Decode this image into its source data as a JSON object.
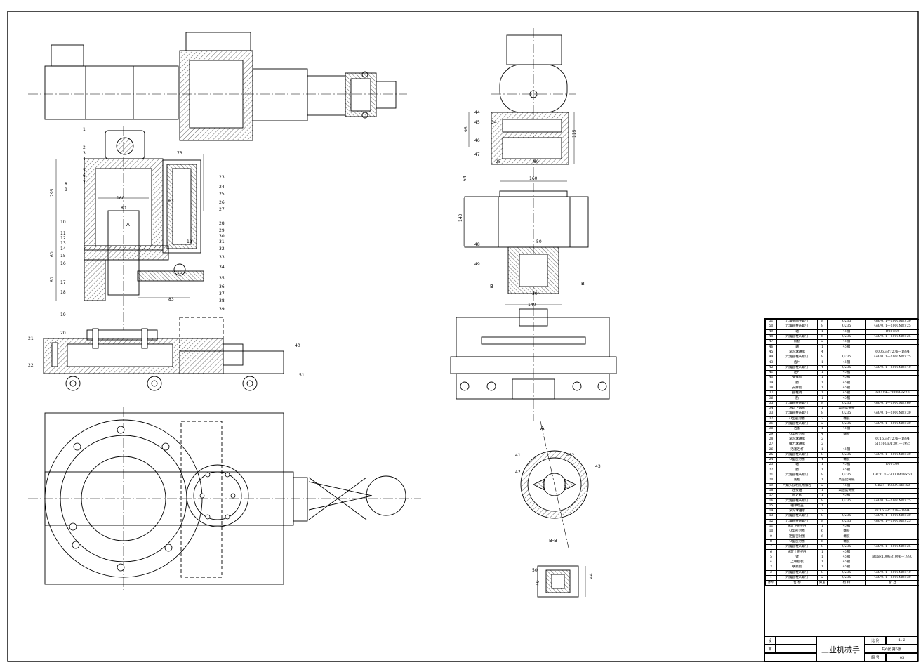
{
  "drawing": {
    "title": "工业机械手",
    "scale_label": "比 例",
    "scale_value": "1: 2",
    "sheet_info": "共6张  第5张",
    "drawing_no_label": "图 号",
    "drawing_no": "05",
    "designer_label": "设",
    "checker_label": "审",
    "view_bb": "B-B",
    "view_a": "A",
    "view_b": "B",
    "part_callouts_main": [
      "1",
      "2",
      "3",
      "4",
      "5",
      "6",
      "7",
      "8",
      "9",
      "10",
      "11",
      "12",
      "13",
      "14",
      "15",
      "16",
      "17",
      "18",
      "19",
      "20",
      "21",
      "22",
      "23",
      "24",
      "25",
      "26",
      "27",
      "28",
      "29",
      "30",
      "31",
      "32",
      "33",
      "34",
      "35",
      "36",
      "37",
      "38",
      "39",
      "40",
      "51"
    ],
    "part_callouts_side": [
      "44",
      "45",
      "46",
      "47",
      "48",
      "49"
    ],
    "part_callouts_section": [
      "41",
      "42",
      "43",
      "50"
    ],
    "dimensions": [
      "295",
      "60",
      "60",
      "160",
      "80",
      "73",
      "63",
      "83",
      "16",
      "19",
      "96",
      "115",
      "25",
      "80",
      "34",
      "64",
      "160",
      "140",
      "140",
      "50",
      "30",
      "Ø92",
      "44",
      "40"
    ]
  },
  "bom": {
    "header": [
      "序号",
      "名    称",
      "数量",
      "材    料",
      "备    注"
    ],
    "rows": [
      [
        "51",
        "六角头圆柱螺钉",
        "8",
        "Q235",
        "GB70. 1—2000M8×30"
      ],
      [
        "50",
        "六角圆柱头螺钉",
        "8",
        "Q235",
        "GB70. 1—2000M8×25"
      ],
      [
        "49",
        "轴",
        "1",
        "45钢",
        "Ø20×60"
      ],
      [
        "48",
        "六角圆柱头螺钉",
        "6",
        "Q235",
        "GB70. 1—2000M8×25"
      ],
      [
        "47",
        "隔套",
        "2",
        "45钢",
        ""
      ],
      [
        "46",
        "轴",
        "1",
        "45钢",
        ""
      ],
      [
        "45",
        "深沟球轴承",
        "4",
        "",
        "6006GB/T276—1994"
      ],
      [
        "44",
        "六角圆柱头螺钉",
        "8",
        "Q235",
        "GB70. 1—2000M8×25"
      ],
      [
        "43",
        "齿片",
        "1",
        "45钢",
        ""
      ],
      [
        "42",
        "六角圆柱头螺钉",
        "4",
        "Q235",
        "GB70. 1—2000M8×40"
      ],
      [
        "41",
        "连片",
        "1",
        "45钢",
        ""
      ],
      [
        "40",
        "支撑板",
        "1",
        "45钢",
        ""
      ],
      [
        "39",
        "肋",
        "1",
        "45钢",
        ""
      ],
      [
        "38",
        "支撑板",
        "1",
        "45钢",
        ""
      ],
      [
        "37",
        "圆柱销",
        "1",
        "45钢",
        "GB119—2000A8×20"
      ],
      [
        "36",
        "肋",
        "1",
        "45钢",
        ""
      ],
      [
        "35",
        "六角圆柱头螺钉",
        "8",
        "Q235",
        "GB70. 1—2000M8×60"
      ],
      [
        "34",
        "油缸下端盖",
        "1",
        "高强度铸铁",
        ""
      ],
      [
        "33",
        "六角圆柱头螺钉",
        "8",
        "Q235",
        "GB70. 1—2000M8×30"
      ],
      [
        "32",
        "O型密封圈",
        "2",
        "橡胶",
        ""
      ],
      [
        "31",
        "六角圆柱头螺钉",
        "2",
        "Q235",
        "GB70. 1—2000M8×30"
      ],
      [
        "30",
        "活塞",
        "1",
        "45钢",
        ""
      ],
      [
        "29",
        "O型密封圈",
        "4",
        "橡胶",
        ""
      ],
      [
        "28",
        "深沟球轴承",
        "2",
        "",
        "6016GB/T276—1994"
      ],
      [
        "27",
        "推力球轴承",
        "2",
        "",
        "51216GB/T301—1995"
      ],
      [
        "26",
        "活塞连杆",
        "1",
        "45钢",
        ""
      ],
      [
        "25",
        "六角圆柱头螺钉",
        "8",
        "Q235",
        "GB70. 1—2000M8×30"
      ],
      [
        "24",
        "O型密封圈",
        "4",
        "橡胶",
        ""
      ],
      [
        "23",
        "轴",
        "1",
        "45钢",
        "Ø10×60"
      ],
      [
        "22",
        "肋",
        "1",
        "45钢",
        ""
      ],
      [
        "21",
        "六角圆柱头螺钉",
        "8",
        "Q235",
        "GB70. 1—2000M16×50"
      ],
      [
        "20",
        "底板",
        "1",
        "高强度铸铁",
        ""
      ],
      [
        "19",
        "六角头铰制孔用螺栓",
        "2",
        "45钢",
        "GB27—1988M16×50"
      ],
      [
        "18",
        "连接轴",
        "1",
        "高强度铸铁",
        ""
      ],
      [
        "17",
        "固定套",
        "1",
        "45钢",
        ""
      ],
      [
        "16",
        "六角圆柱头螺钉",
        "8",
        "Q235",
        "GB70. 1—2000M8×25"
      ],
      [
        "15",
        "轴承端盖",
        "1",
        "",
        ""
      ],
      [
        "14",
        "深沟球轴承",
        "2",
        "",
        "6016GB/T276—1994"
      ],
      [
        "13",
        "六角圆柱头螺钉",
        "8",
        "Q235",
        "GB70. 1—2000M8×30"
      ],
      [
        "12",
        "六角圆柱头螺钉",
        "8",
        "Q235",
        "GB70. 1—2000M8×25"
      ],
      [
        "11",
        "油缸下底挡件",
        "1",
        "45钢",
        ""
      ],
      [
        "10",
        "O型密封圈",
        "6",
        "橡胶",
        ""
      ],
      [
        "9",
        "矩型密封圈",
        "6",
        "橡胶",
        ""
      ],
      [
        "8",
        "O型密封圈",
        "6",
        "橡胶",
        ""
      ],
      [
        "7",
        "六角圆柱头螺钉",
        "8",
        "Q235",
        "GB70. 1—2000M8×25"
      ],
      [
        "6",
        "油缸上底挡件",
        "1",
        "45钢",
        ""
      ],
      [
        "5",
        "键",
        "1",
        "45钢",
        "B16×100GB1096—1990"
      ],
      [
        "4",
        "上联接板",
        "1",
        "45钢",
        ""
      ],
      [
        "3",
        "联接板",
        "1",
        "45钢",
        ""
      ],
      [
        "2",
        "六角圆柱头螺钉",
        "8",
        "Q235",
        "GB70. 1—2000M8×40"
      ],
      [
        "1",
        "六角圆柱头螺钉",
        "2",
        "Q235",
        "GB70. 1—2000M8×30"
      ]
    ]
  }
}
